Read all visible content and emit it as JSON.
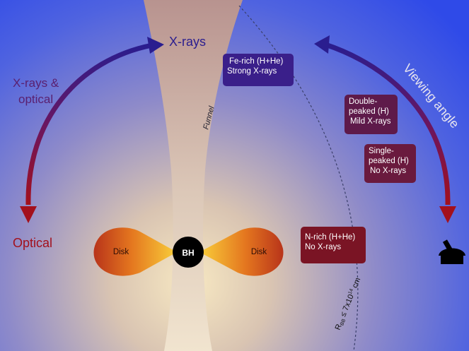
{
  "labels": {
    "xrays_top": "X-rays",
    "xrays_optical": [
      "X-rays &",
      "optical"
    ],
    "optical": "Optical",
    "viewing_angle": "Viewing angle",
    "funnel": "Funnel",
    "radius_prefix": "R",
    "radius_sub": "BB",
    "radius_mid": " ≤ 7x10",
    "radius_sup": "14",
    "radius_unit": " cm"
  },
  "disk_labels": {
    "left": "Disk",
    "right": "Disk",
    "center": "BH"
  },
  "boxes": {
    "fe_rich": [
      "Fe-rich (H+He)",
      "Strong X-rays"
    ],
    "double_peaked": [
      "Double-",
      "peaked (H)",
      "Mild X-rays"
    ],
    "single_peaked": [
      "Single-",
      "peaked (H)",
      "No X-rays"
    ],
    "n_rich": [
      "N-rich (H+He)",
      "No X-rays"
    ]
  },
  "colors": {
    "background_edge": "#2f4ae8",
    "background_center": "#f5e6c0",
    "funnel_top": "#b8938f",
    "funnel_bottom": "#f0e3cc",
    "arrow_blue": "#2a1d8f",
    "arrow_red": "#a3101c",
    "box_purple": "#3a1f8a",
    "box_maroon": "#5e1a4a",
    "box_red": "#7a1424",
    "disk_outer": "#b8341a",
    "disk_inner": "#f7c432",
    "black_hole": "#000000",
    "xrays_text": "#2a1d8f",
    "optical_text": "#a3101c",
    "xrays_optical_text": "#5a2070",
    "viewing_angle_text": "#e6e3ee"
  },
  "icons": {
    "telescope": "telescope-icon"
  }
}
